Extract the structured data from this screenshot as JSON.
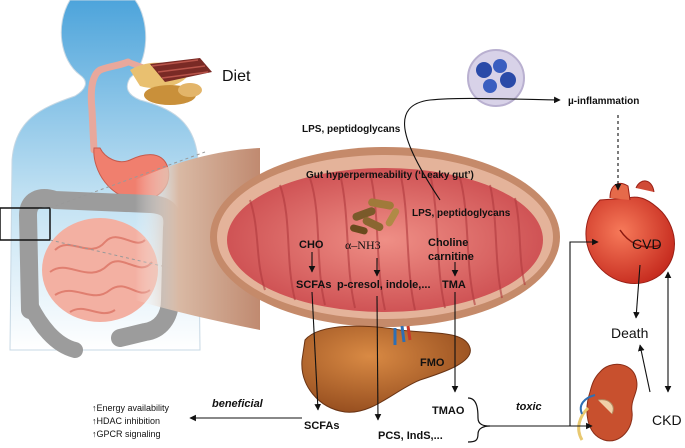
{
  "labels": {
    "diet": "Diet",
    "lps_top": "LPS, peptidoglycans",
    "lps_inner": "LPS, peptidoglycans",
    "inflammation": "µ-inflammation",
    "leaky_gut": "Gut hyperpermeability (‘Leaky gut’)",
    "cho": "CHO",
    "nh3": "α–NH3",
    "choline": "Choline",
    "carnitine": "carnitine",
    "scfas_gut": "SCFAs",
    "pcresol": "p-cresol, indole,...",
    "tma": "TMA",
    "fmo": "FMO",
    "tmao": "TMAO",
    "cvd": "CVD",
    "death": "Death",
    "ckd": "CKD",
    "beneficial": "beneficial",
    "toxic": "toxic",
    "scfas_bottom": "SCFAs",
    "pcs": "PCS, IndS,...",
    "benefits": [
      "↑Energy availability",
      "↑HDAC inhibition",
      "↑GPCR signaling"
    ]
  },
  "colors": {
    "body_blue": "#6fb6df",
    "colon": "#9a9a9a",
    "small_intestine": "#f2a99a",
    "stomach": "#f08a7a",
    "liver": "#b86a2a",
    "heart": "#e0402a",
    "kidney": "#c8502e",
    "gut_wall": "#c58a6a",
    "gut_inner": "#d9585a"
  },
  "icons": [
    "body-silhouette-icon",
    "food-icon",
    "bacteria-icon",
    "immune-cell-icon",
    "heart-icon",
    "kidney-icon",
    "liver-icon",
    "gut-section-icon"
  ]
}
